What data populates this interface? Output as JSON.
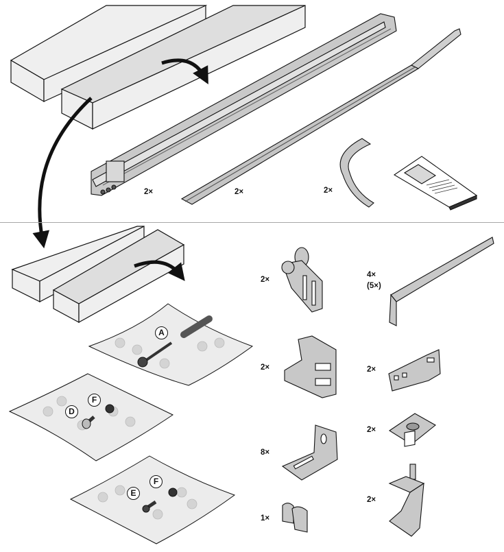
{
  "document": {
    "type": "parts-list-illustration",
    "sections": [
      {
        "name": "long-box-contents",
        "items": [
          {
            "id": "boom-rail",
            "quantity": "2×"
          },
          {
            "id": "track-rail",
            "quantity": "2×"
          },
          {
            "id": "curved-track",
            "quantity": "2×"
          },
          {
            "id": "manual",
            "quantity": ""
          }
        ]
      },
      {
        "name": "short-box-contents",
        "bags": [
          {
            "id": "bag-a",
            "labels": [
              "A"
            ]
          },
          {
            "id": "bag-d-f",
            "labels": [
              "D",
              "F"
            ]
          },
          {
            "id": "bag-e-f",
            "labels": [
              "E",
              "F"
            ]
          }
        ],
        "items": [
          {
            "id": "roller-bracket",
            "quantity": "2×"
          },
          {
            "id": "ceiling-hanger",
            "quantity": "4×",
            "quantity_alt": "(5×)"
          },
          {
            "id": "header-bracket",
            "quantity": "2×"
          },
          {
            "id": "z-bracket",
            "quantity": "2×"
          },
          {
            "id": "angle-bracket",
            "quantity": "8×"
          },
          {
            "id": "clip-plate",
            "quantity": "2×"
          },
          {
            "id": "double-clip",
            "quantity": "1×"
          },
          {
            "id": "door-bracket",
            "quantity": "2×"
          }
        ]
      }
    ]
  },
  "colors": {
    "outline": "#111111",
    "part_fill": "#c8c8c8",
    "box_fill": "#eeeeee",
    "bag_fill": "#ececec",
    "divider": "#a7a7a7"
  }
}
